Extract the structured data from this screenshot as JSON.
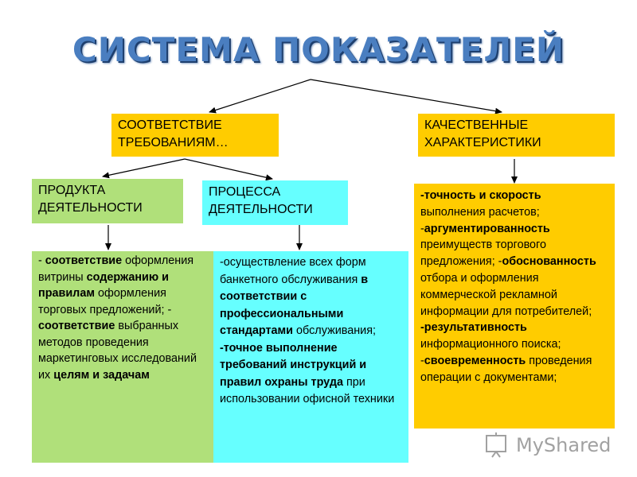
{
  "title": "СИСТЕМА ПОКАЗАТЕЛЕЙ",
  "nodes": {
    "compliance": "СООТВЕТСТВИЕ ТРЕБОВАНИЯМ…",
    "quality": "КАЧЕСТВЕННЫЕ ХАРАКТЕРИСТИКИ",
    "product": "ПРОДУКТА ДЕЯТЕЛЬНОСТИ",
    "process": "ПРОЦЕССА ДЕЯТЕЛЬНОСТИ"
  },
  "product_details": [
    {
      "bold": false,
      "text": "- "
    },
    {
      "bold": true,
      "text": "соответствие"
    },
    {
      "bold": false,
      "text": " оформления витрины "
    },
    {
      "bold": true,
      "text": "содержанию и правилам"
    },
    {
      "bold": false,
      "text": " оформления торговых предложений; "
    },
    {
      "bold": false,
      "text": "- "
    },
    {
      "bold": true,
      "text": "соответствие"
    },
    {
      "bold": false,
      "text": " выбранных методов проведения маркетинговых исследований их "
    },
    {
      "bold": true,
      "text": "целям и задачам"
    }
  ],
  "process_details": [
    {
      "bold": false,
      "text": "-осуществление всех форм банкетного обслуживания "
    },
    {
      "bold": true,
      "text": "в соответствии с профессиональными стандартами"
    },
    {
      "bold": false,
      "text": " обслуживания; "
    },
    {
      "bold": true,
      "text": "-точное выполнение требований инструкций и правил охраны труда"
    },
    {
      "bold": false,
      "text": " при использовании офисной техники"
    }
  ],
  "quality_details": [
    {
      "bold": true,
      "text": "-точность и скорость"
    },
    {
      "bold": false,
      "text": " выполнения расчетов;"
    },
    {
      "bold": false,
      "text": " -"
    },
    {
      "bold": true,
      "text": "аргументированность"
    },
    {
      "bold": false,
      "text": " преимуществ торгового предложения;"
    },
    {
      "bold": false,
      "text": " -"
    },
    {
      "bold": true,
      "text": "обоснованность"
    },
    {
      "bold": false,
      "text": " отбора и оформления коммерческой рекламной информации для потребителей;"
    },
    {
      "bold": true,
      "text": " -результативность"
    },
    {
      "bold": false,
      "text": " информационного поиска;"
    },
    {
      "bold": false,
      "text": " -"
    },
    {
      "bold": true,
      "text": "своевременность"
    },
    {
      "bold": false,
      "text": " проведения операции с документами;"
    }
  ],
  "watermark": "MyShared",
  "colors": {
    "title": "#4a7ec0",
    "yellow": "#ffcc00",
    "green": "#b0e07a",
    "cyan": "#66ffff"
  }
}
